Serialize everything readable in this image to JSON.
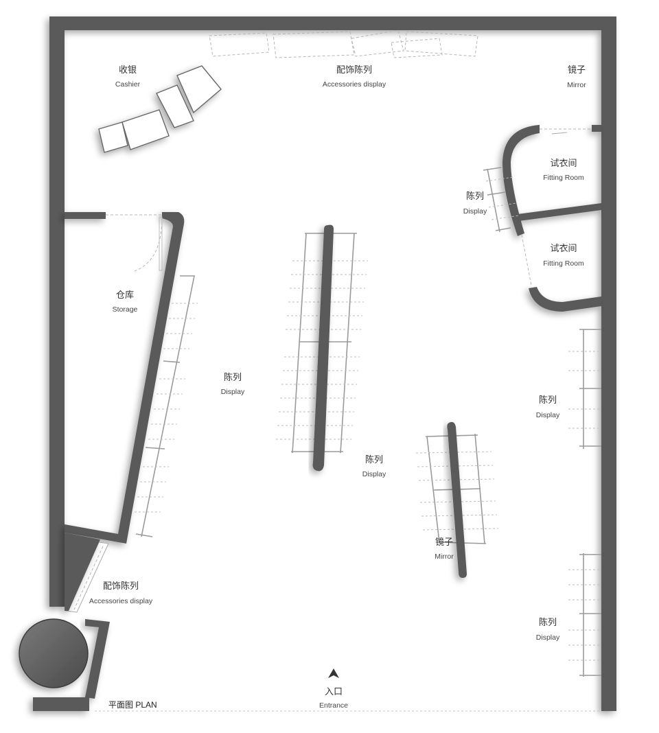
{
  "plan_title": "平面图 PLAN",
  "entrance": {
    "zh": "入口",
    "en": "Entrance"
  },
  "labels": {
    "cashier": {
      "zh": "收银",
      "en": "Cashier"
    },
    "accessories_top": {
      "zh": "配饰陈列",
      "en": "Accessories display"
    },
    "mirror_top": {
      "zh": "镜子",
      "en": "Mirror"
    },
    "fitting_room_1": {
      "zh": "试衣间",
      "en": "Fitting Room"
    },
    "fitting_room_2": {
      "zh": "试衣间",
      "en": "Fitting Room"
    },
    "display_fitting": {
      "zh": "陈列",
      "en": "Display"
    },
    "storage": {
      "zh": "仓库",
      "en": "Storage"
    },
    "display_left": {
      "zh": "陈列",
      "en": "Display"
    },
    "display_center": {
      "zh": "陈列",
      "en": "Display"
    },
    "display_right_1": {
      "zh": "陈列",
      "en": "Display"
    },
    "mirror_center": {
      "zh": "镜子",
      "en": "Mirror"
    },
    "accessories_left": {
      "zh": "配饰陈列",
      "en": "Accessories display"
    },
    "display_right_2": {
      "zh": "陈列",
      "en": "Display"
    }
  },
  "colors": {
    "wall": "#5a5a5a",
    "wall_edge": "#3a3a3a",
    "column": "#6a6a6a",
    "background": "#ffffff"
  }
}
